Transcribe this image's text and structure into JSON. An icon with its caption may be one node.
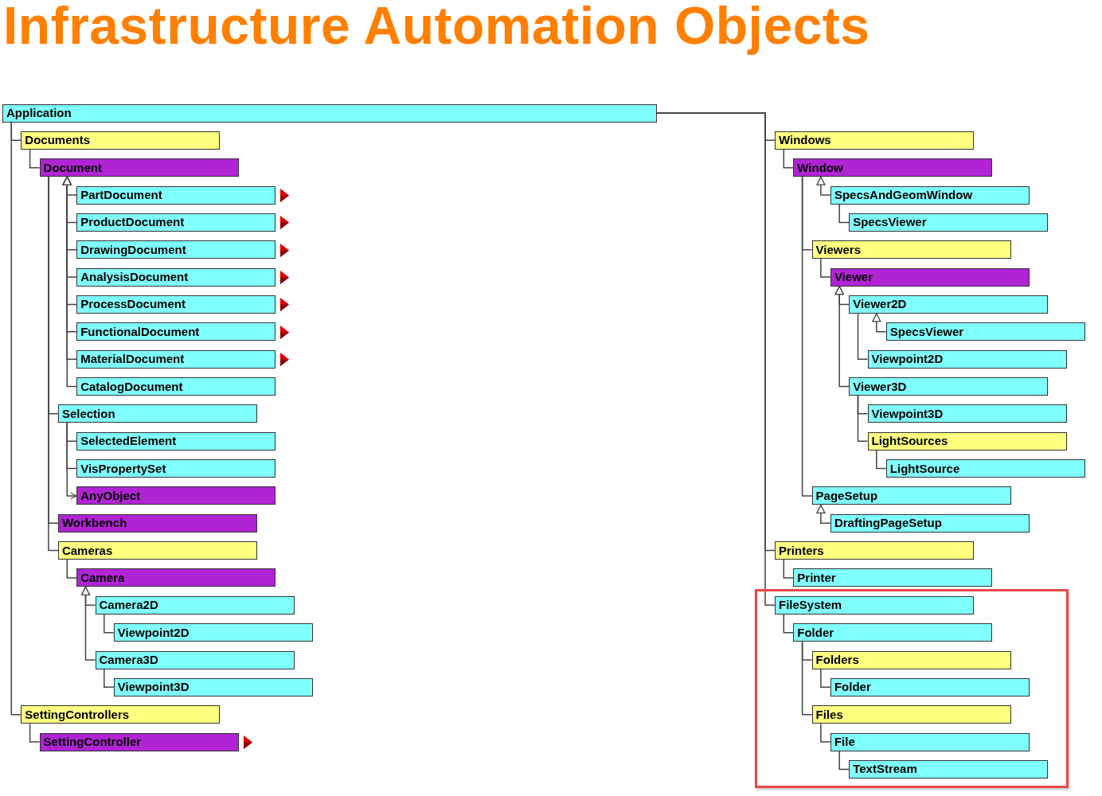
{
  "diagram": {
    "title": "Infrastructure Automation Objects",
    "nodes": [
      {
        "text": [
          "Application"
        ]
      },
      {
        "text": [
          "Documents"
        ]
      },
      {
        "text": [
          "Document"
        ]
      },
      {
        "text": [
          "PartDocument"
        ]
      },
      {
        "text": [
          "ProductDocument"
        ]
      },
      {
        "text": [
          "DrawingDocument"
        ]
      },
      {
        "text": [
          "AnalysisDocument"
        ]
      },
      {
        "text": [
          "ProcessDocument"
        ]
      },
      {
        "text": [
          "FunctionalDocument"
        ]
      },
      {
        "text": [
          "MaterialDocument"
        ]
      },
      {
        "text": [
          "CatalogDocument"
        ]
      },
      {
        "text": [
          "Selection"
        ]
      },
      {
        "text": [
          "SelectedElement"
        ]
      },
      {
        "text": [
          "VisPropertySet"
        ]
      },
      {
        "text": [
          "AnyObject"
        ]
      },
      {
        "text": [
          "Workbench"
        ]
      },
      {
        "text": [
          "Cameras"
        ]
      },
      {
        "text": [
          "Camera"
        ]
      },
      {
        "text": [
          "Camera2D"
        ]
      },
      {
        "text": [
          "Viewpoint2D"
        ]
      },
      {
        "text": [
          "Camera3D"
        ]
      },
      {
        "text": [
          "Viewpoint3D"
        ]
      },
      {
        "text": [
          "SettingControllers"
        ]
      },
      {
        "text": [
          "SettingController"
        ]
      },
      {
        "text": [
          "Windows"
        ]
      },
      {
        "text": [
          "Window"
        ]
      },
      {
        "text": [
          "SpecsAndGeomWindow"
        ]
      },
      {
        "text": [
          "SpecsViewer"
        ]
      },
      {
        "text": [
          "Viewers"
        ]
      },
      {
        "text": [
          "Viewer"
        ]
      },
      {
        "text": [
          "Viewer2D"
        ]
      },
      {
        "text": [
          "SpecsViewer"
        ]
      },
      {
        "text": [
          "Viewpoint2D"
        ]
      },
      {
        "text": [
          "Viewer3D"
        ]
      },
      {
        "text": [
          "Viewpoint3D"
        ]
      },
      {
        "text": [
          "LightSources"
        ]
      },
      {
        "text": [
          "LightSource"
        ]
      },
      {
        "text": [
          "PageSetup"
        ]
      },
      {
        "text": [
          "DraftingPageSetup"
        ]
      },
      {
        "text": [
          "Printers"
        ]
      },
      {
        "text": [
          "Printer"
        ]
      },
      {
        "text": [
          "FileSystem"
        ]
      },
      {
        "text": [
          "Folder"
        ]
      },
      {
        "text": [
          "Folders"
        ]
      },
      {
        "text": [
          "Folder"
        ]
      },
      {
        "text": [
          "Files"
        ]
      },
      {
        "text": [
          "File"
        ]
      },
      {
        "text": [
          "TextStream"
        ]
      }
    ],
    "edges": [
      {
        "from": 0,
        "to": 1,
        "arrow": "none"
      },
      {
        "from": 0,
        "to": 22,
        "arrow": "none"
      },
      {
        "from": 0,
        "to": 24,
        "arrow": "none"
      },
      {
        "from": 0,
        "to": 39,
        "arrow": "none"
      },
      {
        "from": 0,
        "to": 41,
        "arrow": "none"
      },
      {
        "from": 1,
        "to": 2,
        "arrow": "none"
      },
      {
        "from": 3,
        "to": 2,
        "arrow": "to"
      },
      {
        "from": 4,
        "to": 2,
        "arrow": "to"
      },
      {
        "from": 5,
        "to": 2,
        "arrow": "to"
      },
      {
        "from": 6,
        "to": 2,
        "arrow": "to"
      },
      {
        "from": 7,
        "to": 2,
        "arrow": "to"
      },
      {
        "from": 8,
        "to": 2,
        "arrow": "to"
      },
      {
        "from": 9,
        "to": 2,
        "arrow": "to"
      },
      {
        "from": 10,
        "to": 2,
        "arrow": "to"
      },
      {
        "from": 2,
        "to": 11,
        "arrow": "none"
      },
      {
        "from": 11,
        "to": 12,
        "arrow": "none"
      },
      {
        "from": 11,
        "to": 13,
        "arrow": "none"
      },
      {
        "from": 11,
        "to": 14,
        "arrow": "to"
      },
      {
        "from": 2,
        "to": 15,
        "arrow": "none"
      },
      {
        "from": 2,
        "to": 16,
        "arrow": "none"
      },
      {
        "from": 16,
        "to": 17,
        "arrow": "none"
      },
      {
        "from": 18,
        "to": 17,
        "arrow": "to"
      },
      {
        "from": 20,
        "to": 17,
        "arrow": "to"
      },
      {
        "from": 18,
        "to": 19,
        "arrow": "none"
      },
      {
        "from": 20,
        "to": 21,
        "arrow": "none"
      },
      {
        "from": 22,
        "to": 23,
        "arrow": "none"
      },
      {
        "from": 24,
        "to": 25,
        "arrow": "none"
      },
      {
        "from": 26,
        "to": 25,
        "arrow": "to"
      },
      {
        "from": 26,
        "to": 27,
        "arrow": "none"
      },
      {
        "from": 25,
        "to": 28,
        "arrow": "none"
      },
      {
        "from": 28,
        "to": 29,
        "arrow": "none"
      },
      {
        "from": 30,
        "to": 29,
        "arrow": "to"
      },
      {
        "from": 33,
        "to": 29,
        "arrow": "to"
      },
      {
        "from": 31,
        "to": 30,
        "arrow": "to"
      },
      {
        "from": 30,
        "to": 32,
        "arrow": "none"
      },
      {
        "from": 33,
        "to": 34,
        "arrow": "none"
      },
      {
        "from": 33,
        "to": 35,
        "arrow": "none"
      },
      {
        "from": 35,
        "to": 36,
        "arrow": "none"
      },
      {
        "from": 25,
        "to": 37,
        "arrow": "none"
      },
      {
        "from": 38,
        "to": 37,
        "arrow": "to"
      },
      {
        "from": 39,
        "to": 40,
        "arrow": "none"
      },
      {
        "from": 41,
        "to": 42,
        "arrow": "none"
      },
      {
        "from": 42,
        "to": 43,
        "arrow": "none"
      },
      {
        "from": 43,
        "to": 44,
        "arrow": "none"
      },
      {
        "from": 42,
        "to": 45,
        "arrow": "none"
      },
      {
        "from": 45,
        "to": 46,
        "arrow": "none"
      },
      {
        "from": 46,
        "to": 47,
        "arrow": "none"
      }
    ]
  }
}
